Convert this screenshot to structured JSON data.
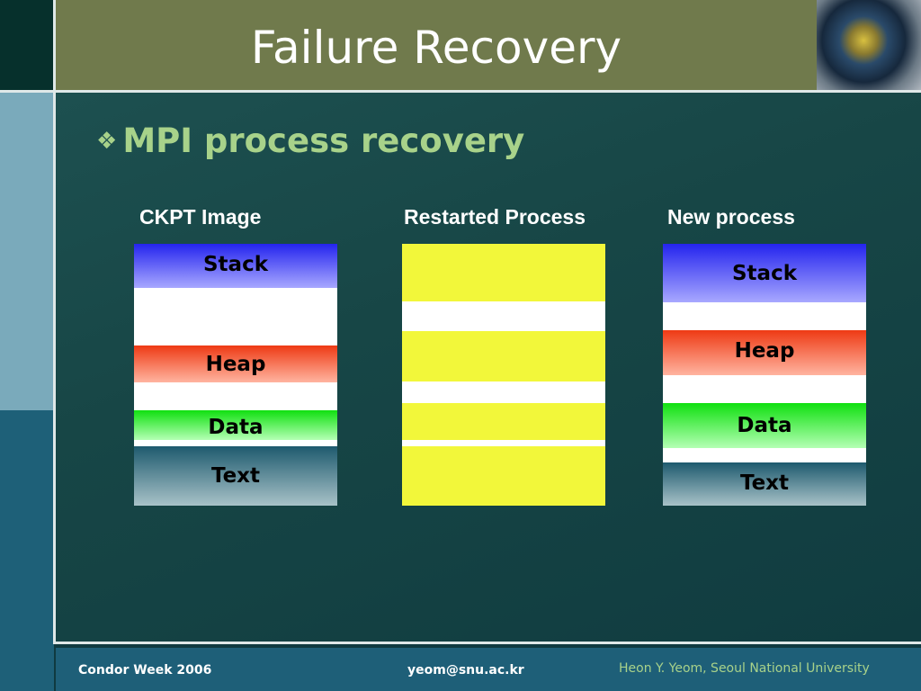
{
  "slide": {
    "title": "Failure Recovery",
    "bullet": "MPI process recovery",
    "bullet_icon": "diamond-bullet-icon"
  },
  "columns": [
    {
      "heading": "CKPT Image",
      "segments": [
        {
          "kind": "stack",
          "label": "Stack"
        },
        {
          "kind": "white",
          "label": ""
        },
        {
          "kind": "heap",
          "label": "Heap"
        },
        {
          "kind": "white",
          "label": ""
        },
        {
          "kind": "data",
          "label": "Data"
        },
        {
          "kind": "white",
          "label": ""
        },
        {
          "kind": "text",
          "label": "Text"
        }
      ]
    },
    {
      "heading": "Restarted Process",
      "segments": [
        {
          "kind": "yellow",
          "label": ""
        },
        {
          "kind": "white",
          "label": ""
        },
        {
          "kind": "yellow",
          "label": ""
        },
        {
          "kind": "white",
          "label": ""
        },
        {
          "kind": "yellow",
          "label": ""
        },
        {
          "kind": "white",
          "label": ""
        },
        {
          "kind": "yellow",
          "label": ""
        }
      ]
    },
    {
      "heading": "New process",
      "segments": [
        {
          "kind": "stack",
          "label": "Stack"
        },
        {
          "kind": "white",
          "label": ""
        },
        {
          "kind": "heap",
          "label": "Heap"
        },
        {
          "kind": "white",
          "label": ""
        },
        {
          "kind": "data",
          "label": "Data"
        },
        {
          "kind": "white",
          "label": ""
        },
        {
          "kind": "text",
          "label": "Text"
        }
      ]
    }
  ],
  "footer": {
    "left": "Condor Week 2006",
    "middle": "yeom@snu.ac.kr",
    "right": "Heon Y. Yeom, Seoul National University"
  },
  "colors": {
    "title_bar": "#707a4c",
    "bullet_text": "#a8d28a",
    "restarted_fill": "#f2f73a"
  }
}
